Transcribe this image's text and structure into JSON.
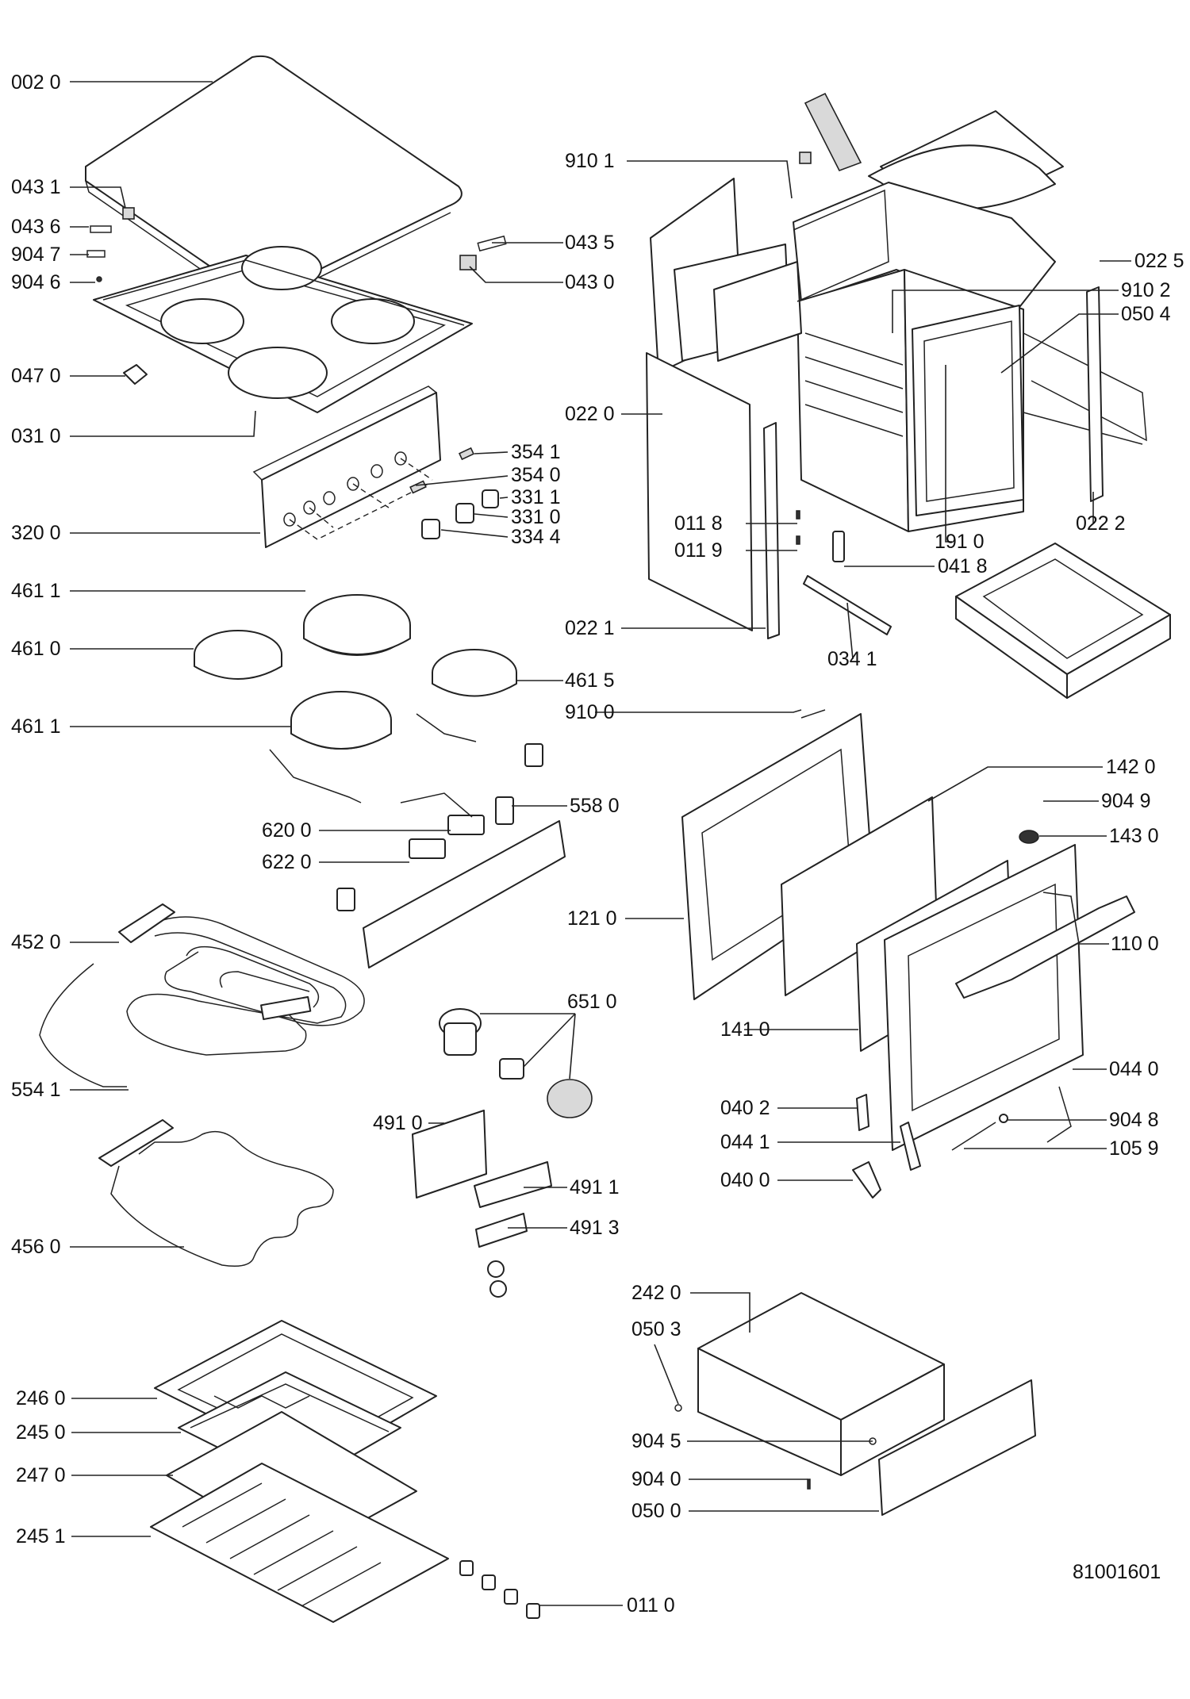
{
  "document_id": "81001601",
  "callouts": [
    {
      "id": "L0020",
      "label": "002 0"
    },
    {
      "id": "L0431",
      "label": "043 1"
    },
    {
      "id": "L0436",
      "label": "043 6"
    },
    {
      "id": "L9047",
      "label": "904 7"
    },
    {
      "id": "L9046",
      "label": "904 6"
    },
    {
      "id": "L0470",
      "label": "047 0"
    },
    {
      "id": "L0310",
      "label": "031 0"
    },
    {
      "id": "L3200",
      "label": "320 0"
    },
    {
      "id": "L0435",
      "label": "043 5"
    },
    {
      "id": "L0430",
      "label": "043 0"
    },
    {
      "id": "L3541",
      "label": "354 1"
    },
    {
      "id": "L3540",
      "label": "354 0"
    },
    {
      "id": "L3311",
      "label": "331 1"
    },
    {
      "id": "L3310",
      "label": "331 0"
    },
    {
      "id": "L3344",
      "label": "334 4"
    },
    {
      "id": "L9101",
      "label": "910 1"
    },
    {
      "id": "L0225",
      "label": "022 5"
    },
    {
      "id": "L9102",
      "label": "910 2"
    },
    {
      "id": "L0504",
      "label": "050 4"
    },
    {
      "id": "L0220",
      "label": "022 0"
    },
    {
      "id": "L0118",
      "label": "011 8"
    },
    {
      "id": "L0119",
      "label": "011 9"
    },
    {
      "id": "L1910",
      "label": "191 0"
    },
    {
      "id": "L0222",
      "label": "022 2"
    },
    {
      "id": "L0418",
      "label": "041 8"
    },
    {
      "id": "L0221",
      "label": "022 1"
    },
    {
      "id": "L0341",
      "label": "034 1"
    },
    {
      "id": "L4611a",
      "label": "461 1"
    },
    {
      "id": "L4610",
      "label": "461 0"
    },
    {
      "id": "L4615",
      "label": "461 5"
    },
    {
      "id": "L4611b",
      "label": "461 1"
    },
    {
      "id": "L9100",
      "label": "910 0"
    },
    {
      "id": "L5580",
      "label": "558 0"
    },
    {
      "id": "L6200",
      "label": "620 0"
    },
    {
      "id": "L6220",
      "label": "622 0"
    },
    {
      "id": "L4520",
      "label": "452 0"
    },
    {
      "id": "L5541",
      "label": "554 1"
    },
    {
      "id": "L6510",
      "label": "651 0"
    },
    {
      "id": "L4910",
      "label": "491 0"
    },
    {
      "id": "L4911",
      "label": "491 1"
    },
    {
      "id": "L4913",
      "label": "491 3"
    },
    {
      "id": "L4560",
      "label": "456 0"
    },
    {
      "id": "L1420",
      "label": "142 0"
    },
    {
      "id": "L9049",
      "label": "904 9"
    },
    {
      "id": "L1430",
      "label": "143 0"
    },
    {
      "id": "L1210",
      "label": "121 0"
    },
    {
      "id": "L1100",
      "label": "110 0"
    },
    {
      "id": "L1410",
      "label": "141 0"
    },
    {
      "id": "L0440",
      "label": "044 0"
    },
    {
      "id": "L0402",
      "label": "040 2"
    },
    {
      "id": "L9048",
      "label": "904 8"
    },
    {
      "id": "L0441",
      "label": "044 1"
    },
    {
      "id": "L1059",
      "label": "105 9"
    },
    {
      "id": "L0400",
      "label": "040 0"
    },
    {
      "id": "L2420",
      "label": "242 0"
    },
    {
      "id": "L0503",
      "label": "050 3"
    },
    {
      "id": "L9045",
      "label": "904 5"
    },
    {
      "id": "L9040",
      "label": "904 0"
    },
    {
      "id": "L0500",
      "label": "050 0"
    },
    {
      "id": "L2460",
      "label": "246 0"
    },
    {
      "id": "L2450",
      "label": "245 0"
    },
    {
      "id": "L2470",
      "label": "247 0"
    },
    {
      "id": "L2451",
      "label": "245 1"
    },
    {
      "id": "L0110",
      "label": "011 0"
    }
  ]
}
